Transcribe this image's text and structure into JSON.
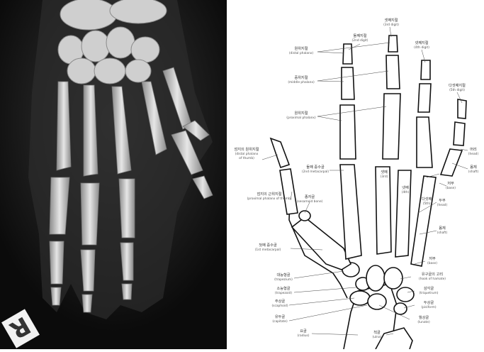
{
  "xray": {
    "side_marker": "R"
  },
  "labels": {
    "digit2": {
      "ko": "둘째지절",
      "en": "(2nd digit)"
    },
    "digit3": {
      "ko": "셋째지절",
      "en": "(3rd digit)"
    },
    "digit4": {
      "ko": "넷째지절",
      "en": "(4th digit)"
    },
    "digit5": {
      "ko": "다섯째지절",
      "en": "(5th digit)"
    },
    "distal_phalanx": {
      "ko": "원위지절",
      "en": "(distal phalanx)"
    },
    "middle_phalanx": {
      "ko": "중위지절",
      "en": "(middle phalanx)"
    },
    "proximal_phalanx": {
      "ko": "원위지절",
      "en": "(proximal phalanx)"
    },
    "thumb_distal": {
      "ko": "엄지의 원위지절",
      "en1": "(distal phalanx",
      "en2": "of thumb)"
    },
    "second_metacarpal": {
      "ko": "둘째 중수골",
      "en": "(2nd metacarpal)"
    },
    "third": {
      "ko": "셋째",
      "en": "(3rd)"
    },
    "fourth": {
      "ko": "넷째",
      "en": "(4th)"
    },
    "fifth": {
      "ko": "다섯째",
      "en": "(5th)"
    },
    "head": {
      "ko": "머리",
      "en": "(head)"
    },
    "shaft": {
      "ko": "몸체",
      "en": "(shaft)"
    },
    "base": {
      "ko": "저부",
      "en": "(base)"
    },
    "head2": {
      "ko": "두부",
      "en": "(head)"
    },
    "thumb_proximal": {
      "ko": "엄지의 근위지절",
      "en": "(proximal phalanx of thumb)"
    },
    "sesamoid": {
      "ko": "종자골",
      "en": "(sesamoid bone)"
    },
    "shaft2": {
      "ko": "몸체",
      "en": "(shaft)"
    },
    "first_metacarpal": {
      "ko": "첫째 중수골",
      "en": "(1st metacarpal)"
    },
    "base2": {
      "ko": "저부",
      "en": "(base)"
    },
    "trapezium": {
      "ko": "대능형골",
      "en": "(trapezium)"
    },
    "hamate_hook": {
      "ko": "유구골의 고리",
      "en": "(hook of hamate)"
    },
    "trapezoid": {
      "ko": "소능형골",
      "en": "(trapezoid)"
    },
    "triquetrum": {
      "ko": "삼각골",
      "en": "(triquetrum)"
    },
    "scaphoid": {
      "ko": "주상골",
      "en": "(scaphoid)"
    },
    "pisiform": {
      "ko": "두상골",
      "en": "(pisiform)"
    },
    "capitate": {
      "ko": "유두골",
      "en": "(capitate)"
    },
    "lunate": {
      "ko": "월상골",
      "en": "(lunate)"
    },
    "radius": {
      "ko": "요골",
      "en": "(radius)"
    },
    "ulna": {
      "ko": "척골",
      "en": "(ulna)"
    }
  }
}
